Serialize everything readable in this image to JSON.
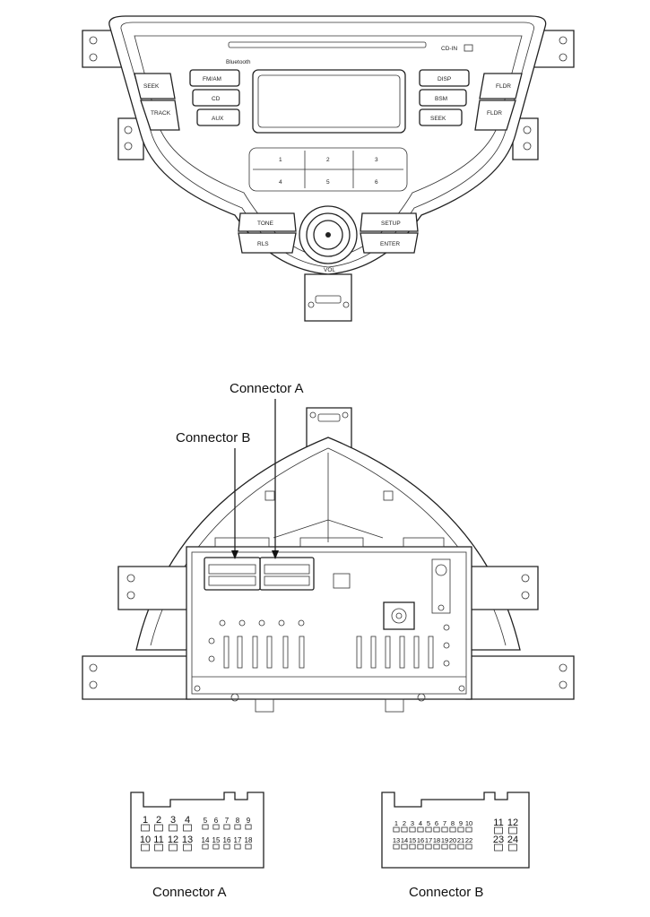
{
  "front_panel": {
    "cd_label": "CD-IN",
    "bluetooth_label": "Bluetooth",
    "left_buttons": [
      "SEEK",
      "TRACK"
    ],
    "right_buttons": [
      "FLDR",
      "FLDR"
    ],
    "mode_buttons_left": [
      "FM/AM",
      "CD",
      "AUX"
    ],
    "mode_buttons_right": [
      "DISP",
      "BSM",
      "SEEK"
    ],
    "presets": [
      "1",
      "2",
      "3",
      "4",
      "5",
      "6"
    ],
    "lower_left_buttons": [
      "TONE",
      "RLS"
    ],
    "lower_right_buttons": [
      "SETUP",
      "ENTER"
    ],
    "bottom_label": "VOL"
  },
  "rear_view": {
    "connector_a_label": "Connector A",
    "connector_b_label": "Connector B"
  },
  "connector_a": {
    "caption": "Connector A",
    "top_row": [
      "1",
      "2",
      "3",
      "4",
      "5",
      "6",
      "7",
      "8",
      "9"
    ],
    "bottom_row": [
      "10",
      "11",
      "12",
      "13",
      "14",
      "15",
      "16",
      "17",
      "18"
    ]
  },
  "connector_b": {
    "caption": "Connector B",
    "top_row": [
      "1",
      "2",
      "3",
      "4",
      "5",
      "6",
      "7",
      "8",
      "9",
      "10",
      "11",
      "12"
    ],
    "bottom_row": [
      "13",
      "14",
      "15",
      "16",
      "17",
      "18",
      "19",
      "20",
      "21",
      "22",
      "23",
      "24"
    ]
  }
}
